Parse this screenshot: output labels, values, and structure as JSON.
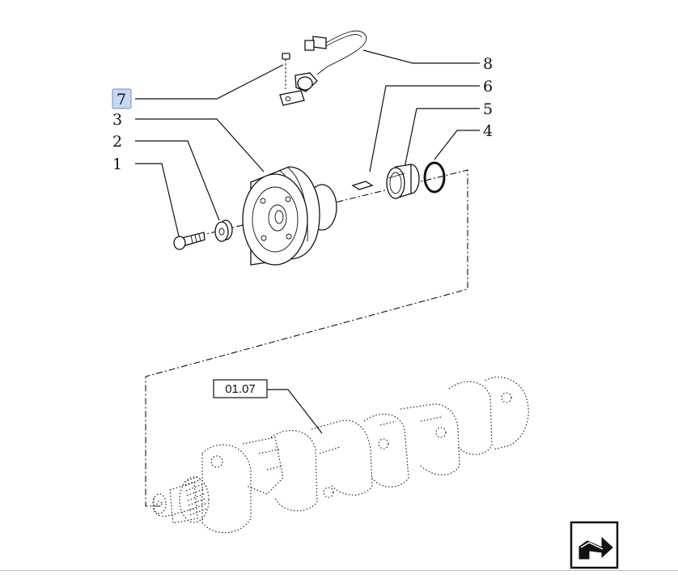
{
  "callouts": [
    {
      "id": "8",
      "label": "8"
    },
    {
      "id": "7",
      "label": "7",
      "highlighted": true
    },
    {
      "id": "6",
      "label": "6"
    },
    {
      "id": "5",
      "label": "5"
    },
    {
      "id": "4",
      "label": "4"
    },
    {
      "id": "3",
      "label": "3"
    },
    {
      "id": "2",
      "label": "2"
    },
    {
      "id": "1",
      "label": "1"
    }
  ],
  "reference_box": {
    "label": "01.07"
  },
  "nav_icon": "return-arrow-icon",
  "colors": {
    "highlight_fill": "#c9d7f2",
    "highlight_stroke": "#6f8cc4",
    "ink": "#111111"
  }
}
